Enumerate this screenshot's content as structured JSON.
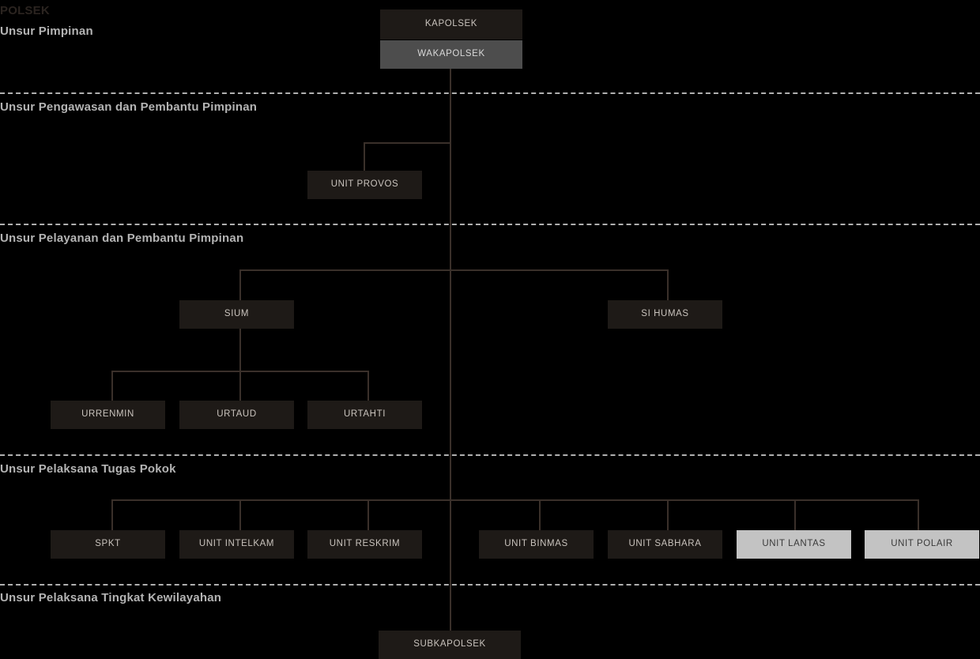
{
  "page": {
    "title": "POLSEK",
    "background_color": "#000000"
  },
  "colors": {
    "box_dark": "#1e1a17",
    "box_gray": "#4d4d4d",
    "box_light": "#c3c3c3",
    "text_light": "#c9c3bd",
    "text_dark": "#3a3a3a",
    "band_title": "#b4b4b4",
    "band_title_muted": "#2b2420",
    "connector": "#3a302a",
    "divider": "#b0b0b0"
  },
  "bands": [
    {
      "id": "pimpinan",
      "label": "Unsur Pimpinan"
    },
    {
      "id": "pengawasan",
      "label": "Unsur Pengawasan dan Pembantu Pimpinan"
    },
    {
      "id": "pelayanan",
      "label": "Unsur Pelayanan dan Pembantu Pimpinan"
    },
    {
      "id": "tugas_pokok",
      "label": "Unsur Pelaksana Tugas Pokok"
    },
    {
      "id": "kewilayahan",
      "label": "Unsur Pelaksana Tingkat Kewilayahan"
    }
  ],
  "nodes": {
    "kapolsek": {
      "label": "KAPOLSEK",
      "style": "dark"
    },
    "wakapolsek": {
      "label": "WAKAPOLSEK",
      "style": "gray"
    },
    "unit_provos": {
      "label": "UNIT PROVOS",
      "style": "dark"
    },
    "sium": {
      "label": "SIUM",
      "style": "dark"
    },
    "si_humas": {
      "label": "SI HUMAS",
      "style": "dark"
    },
    "urrenmin": {
      "label": "URRENMIN",
      "style": "dark"
    },
    "urtaud": {
      "label": "URTAUD",
      "style": "dark"
    },
    "urtahti": {
      "label": "URTAHTI",
      "style": "dark"
    },
    "spkt": {
      "label": "SPKT",
      "style": "dark"
    },
    "unit_intelkam": {
      "label": "UNIT INTELKAM",
      "style": "dark"
    },
    "unit_reskrim": {
      "label": "UNIT RESKRIM",
      "style": "dark"
    },
    "unit_binmas": {
      "label": "UNIT BINMAS",
      "style": "dark"
    },
    "unit_sabhara": {
      "label": "UNIT SABHARA",
      "style": "dark"
    },
    "unit_lantas": {
      "label": "UNIT LANTAS",
      "style": "light"
    },
    "unit_polair": {
      "label": "UNIT POLAIR",
      "style": "light"
    },
    "subkapolsek": {
      "label": "SUBKAPOLSEK",
      "style": "dark"
    }
  }
}
